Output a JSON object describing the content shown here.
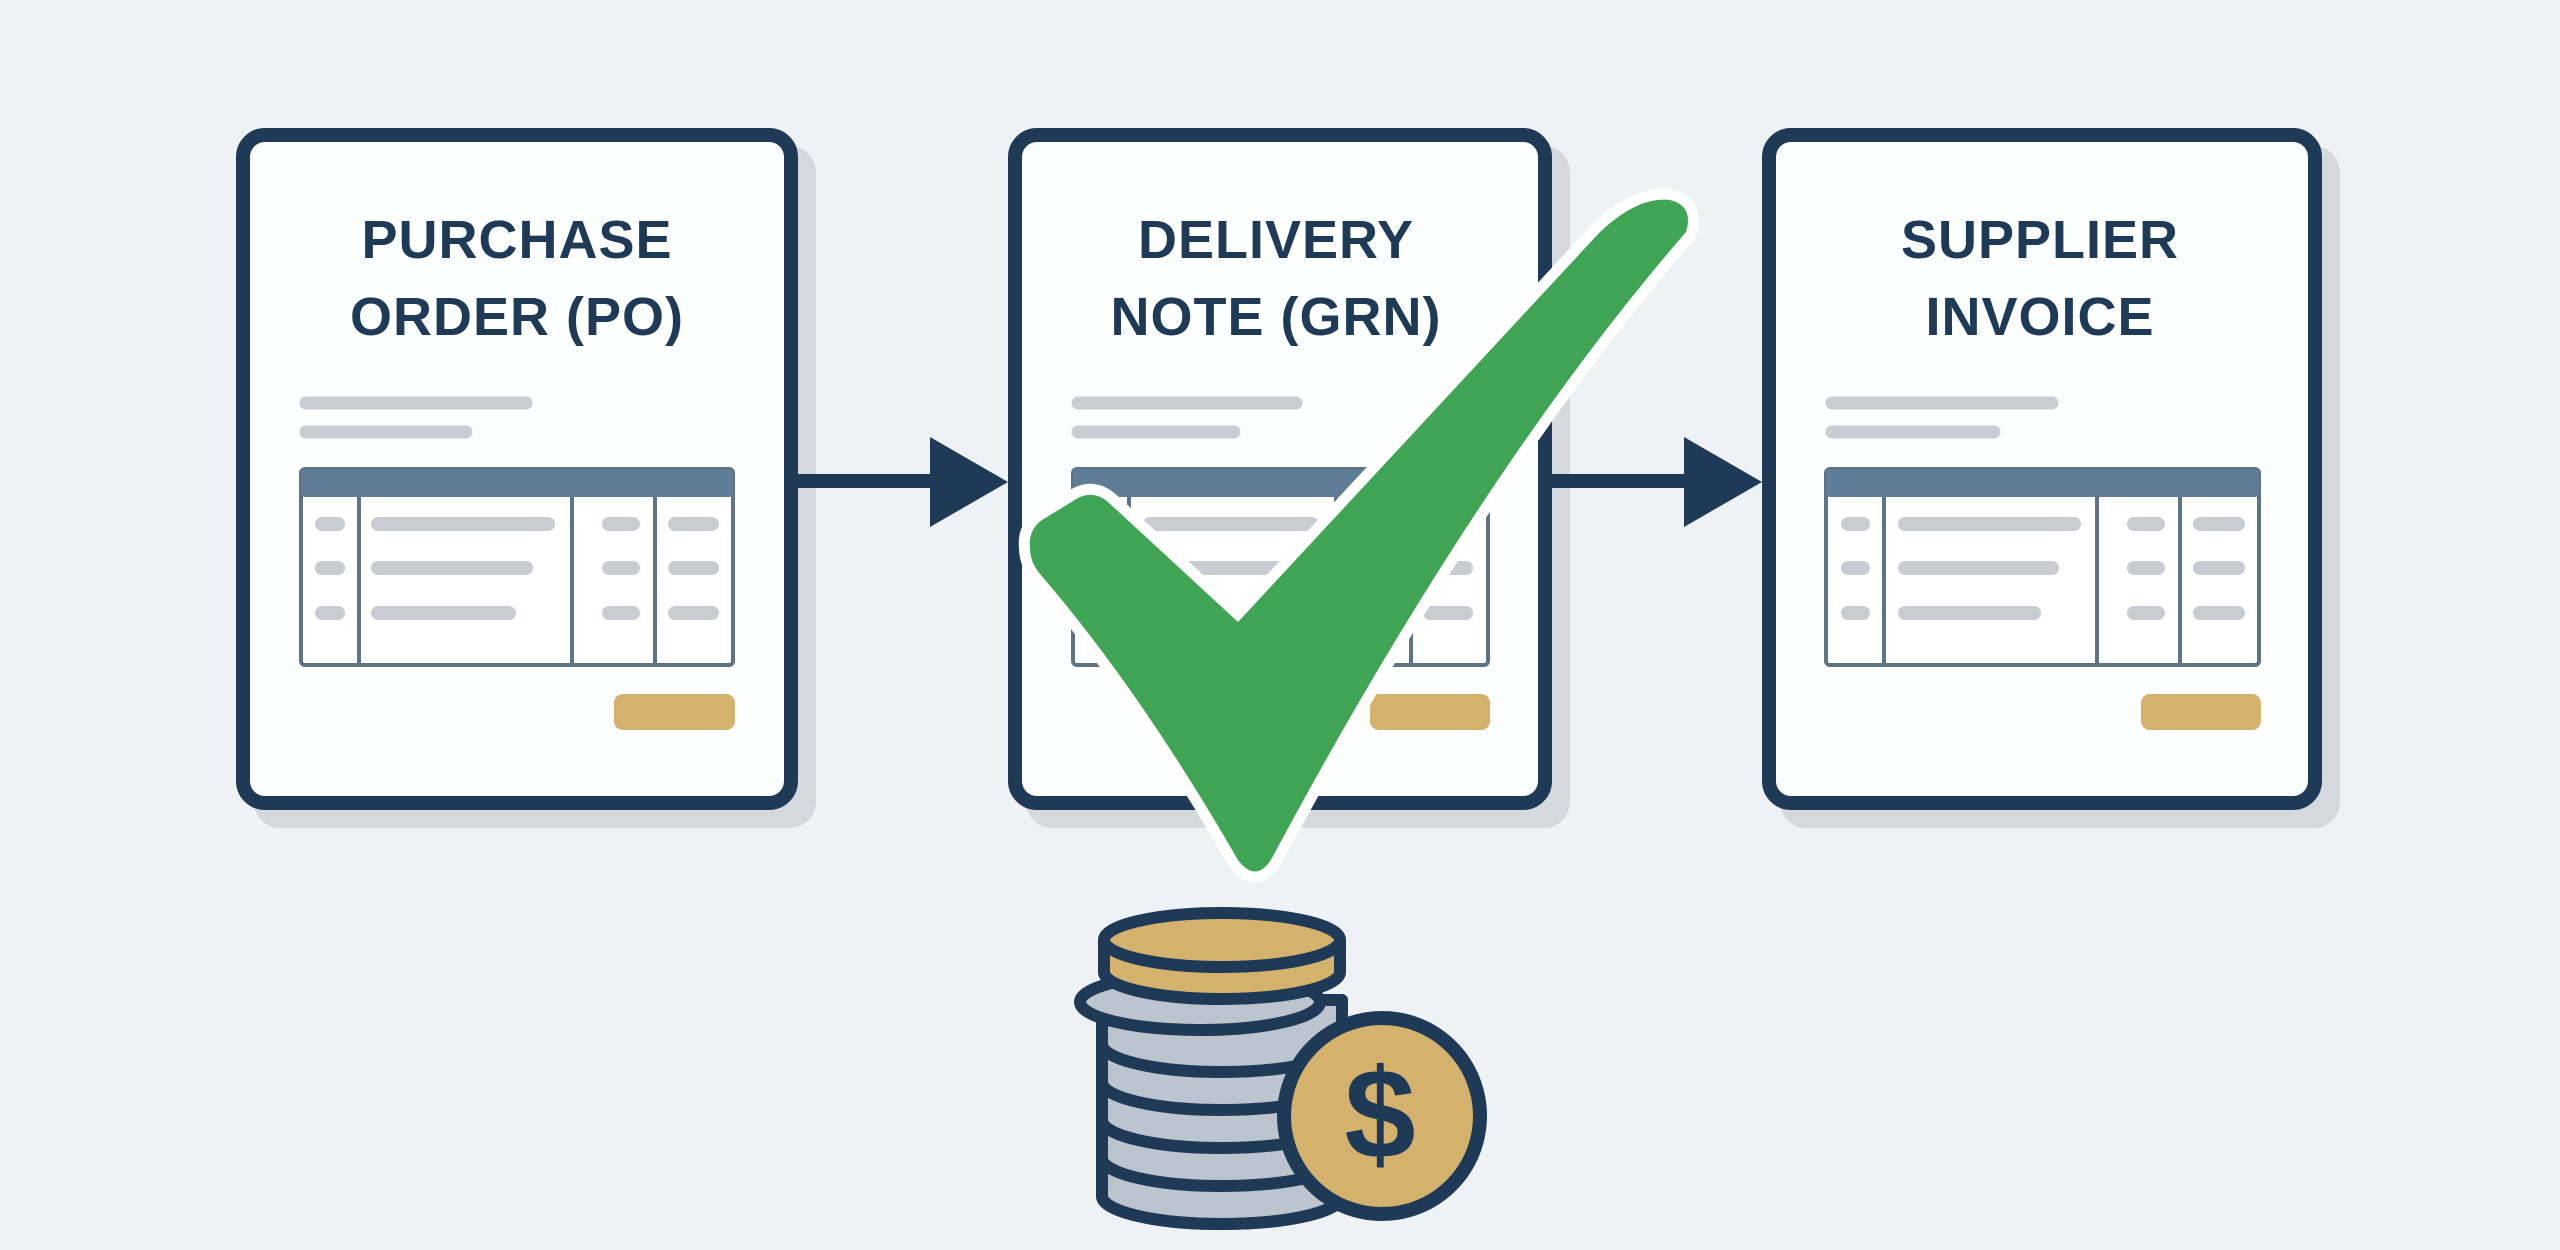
{
  "diagram": {
    "title_description": "Three-way match: Purchase Order, Delivery Note, Supplier Invoice",
    "colors": {
      "background": "#EFF2F5",
      "outline": "#1E3A56",
      "card_fill": "#FDFEFE",
      "card_shadow": "#D5D9DE",
      "table_header": "#5F7D96",
      "table_border": "#5F7387",
      "placeholder_line": "#C9CDD3",
      "gold": "#D4B26E",
      "check_green": "#3FA555",
      "coin_silver": "#BCC5CE"
    },
    "cards": [
      {
        "id": "po",
        "title_line1": "PURCHASE",
        "title_line2": "ORDER (PO)"
      },
      {
        "id": "grn",
        "title_line1": "DELIVERY",
        "title_line2": "NOTE (GRN)",
        "status": "checkmark-icon (verified)"
      },
      {
        "id": "invoice",
        "title_line1": "SUPPLIER",
        "title_line2": "INVOICE"
      }
    ],
    "arrows": [
      {
        "from": "po",
        "to": "grn"
      },
      {
        "from": "grn",
        "to": "invoice"
      }
    ],
    "payment_icon": {
      "name": "coins-dollar-icon",
      "symbol": "$"
    }
  }
}
